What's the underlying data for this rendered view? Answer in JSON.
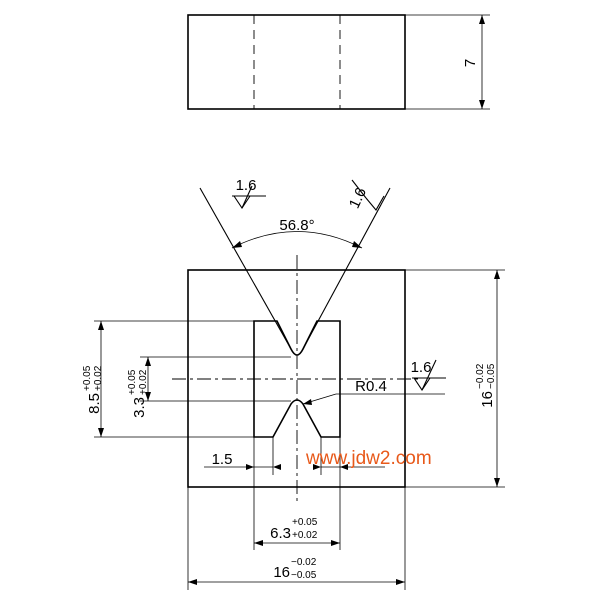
{
  "dimensions": {
    "height_top": "7",
    "angle": "56.8°",
    "radius": "R0.4",
    "edge_offset": "1.5",
    "height_right_nominal": "16",
    "height_right_upper": "−0.02",
    "height_right_lower": "−0.05",
    "width_bottom_nominal": "16",
    "width_bottom_upper": "−0.02",
    "width_bottom_lower": "−0.05",
    "slot_width_nominal": "6.3",
    "slot_width_upper": "+0.05",
    "slot_width_lower": "+0.02",
    "slot_height_nominal": "8.5",
    "slot_height_upper": "+0.05",
    "slot_height_lower": "+0.02",
    "gap_nominal": "3.3",
    "gap_upper": "+0.05",
    "gap_lower": "+0.02"
  },
  "surface_finish": {
    "left": "1.6",
    "right": "1.6",
    "radius": "1.6"
  },
  "watermark": "www.jdw2.com"
}
